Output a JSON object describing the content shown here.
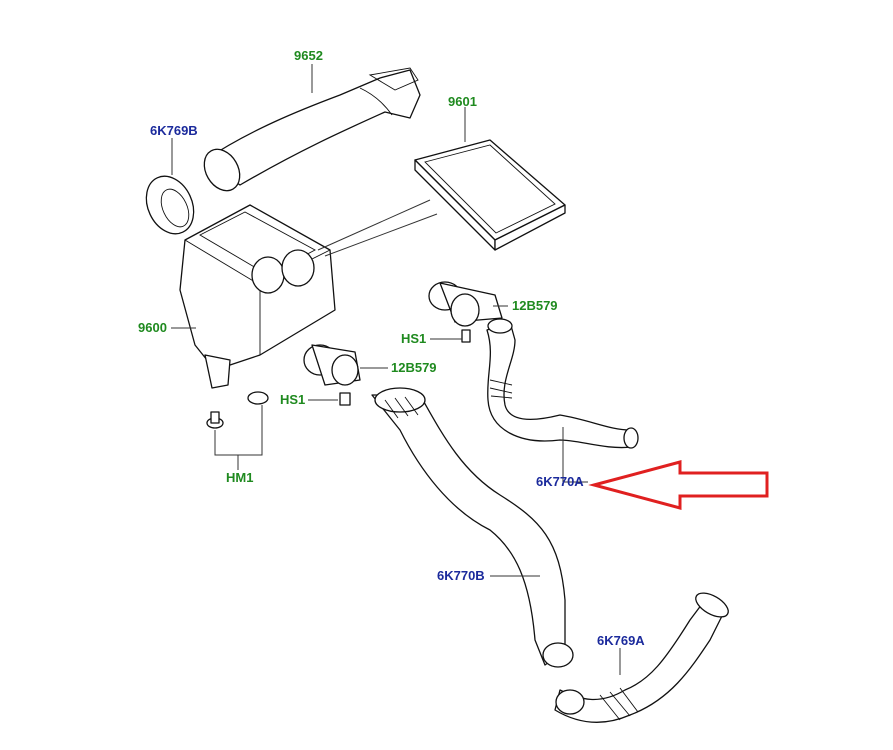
{
  "labels": {
    "p9652": "9652",
    "p9601": "9601",
    "p6K769B": "6K769B",
    "p9600": "9600",
    "p12B579_a": "12B579",
    "p12B579_b": "12B579",
    "pHS1_a": "HS1",
    "pHS1_b": "HS1",
    "pHM1": "HM1",
    "p6K770A": "6K770A",
    "p6K770B": "6K770B",
    "p6K769A": "6K769A"
  },
  "colors": {
    "part_number_green": "#1f8a1f",
    "part_number_blue": "#1b2a9c",
    "highlight_arrow": "#e02020"
  },
  "highlight": {
    "target_part": "6K770A",
    "icon": "arrow-left-icon"
  }
}
